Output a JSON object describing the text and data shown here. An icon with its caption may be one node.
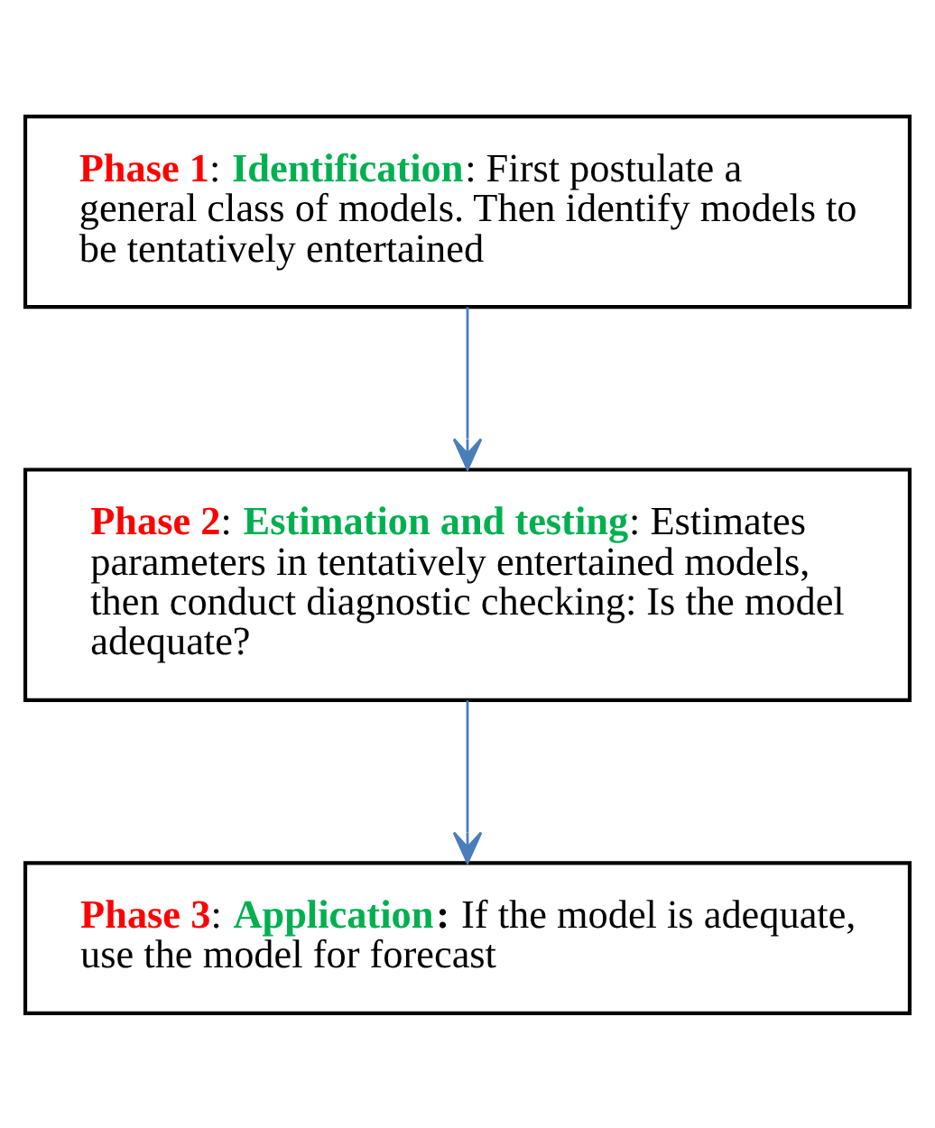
{
  "diagram": {
    "nodes": [
      {
        "text": [
          "**Phase 1**: **Identification**: First postulate a general class of models. Then identify models to be tentatively entertained"
        ]
      },
      {
        "text": [
          "**Phase 2**: **Estimation and testing**: Estimates parameters in tentatively entertained models, then conduct diagnostic checking: Is the model adequate?"
        ]
      },
      {
        "text": [
          "**Phase 3**: **Application****:** If the model is adequate, use the model for forecast"
        ]
      }
    ],
    "edges": [
      {
        "from": 0,
        "to": 1,
        "arrow": "to"
      },
      {
        "from": 1,
        "to": 2,
        "arrow": "to"
      }
    ]
  }
}
